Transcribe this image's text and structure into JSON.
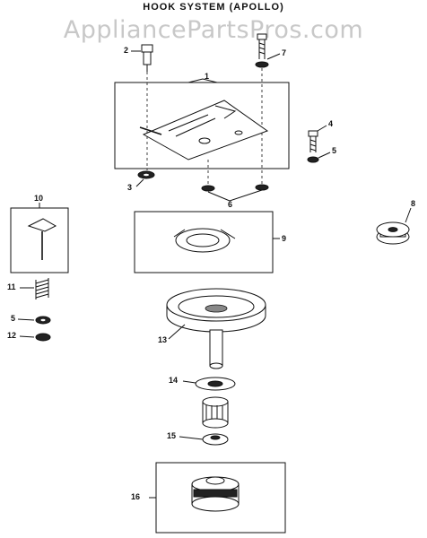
{
  "title": "HOOK SYSTEM (APOLLO)",
  "watermark": "AppliancePartsPros.com",
  "callouts": {
    "c1": "1",
    "c2": "2",
    "c3": "3",
    "c4": "4",
    "c5a": "5",
    "c5b": "5",
    "c6": "6",
    "c7": "7",
    "c8": "8",
    "c9": "9",
    "c10": "10",
    "c11": "11",
    "c12": "12",
    "c13": "13",
    "c14": "14",
    "c15": "15",
    "c16": "16"
  }
}
